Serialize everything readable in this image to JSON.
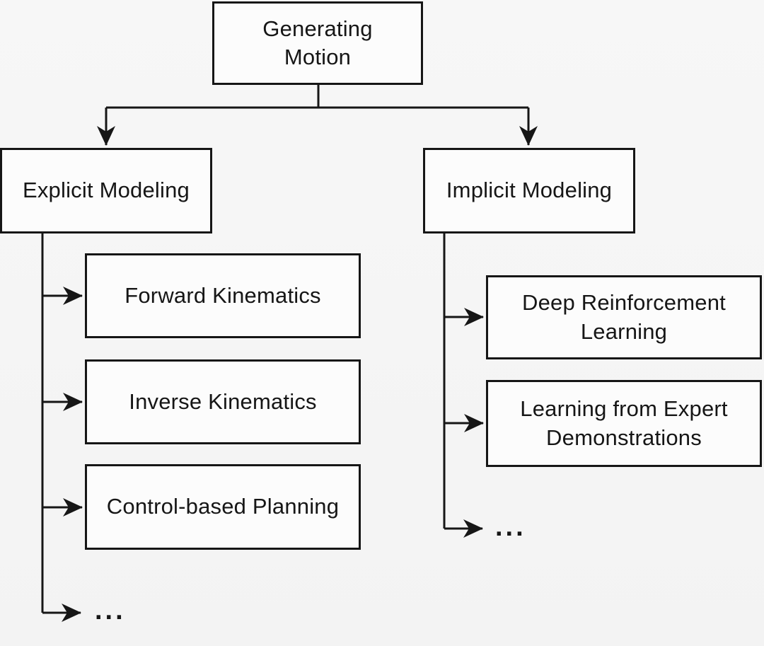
{
  "diagram": {
    "root": {
      "label": "Generating Motion"
    },
    "branches": [
      {
        "label": "Explicit Modeling",
        "children": [
          {
            "label": "Forward Kinematics"
          },
          {
            "label": "Inverse Kinematics"
          },
          {
            "label": "Control-based Planning"
          }
        ],
        "ellipsis": "..."
      },
      {
        "label": "Implicit Modeling",
        "children": [
          {
            "label": "Deep Reinforcement Learning"
          },
          {
            "label": "Learning from Expert Demonstrations"
          }
        ],
        "ellipsis": "..."
      }
    ],
    "colors": {
      "line": "#161616",
      "box_border": "#161616",
      "box_fill": "#fcfcfc",
      "background": "#f5f5f5",
      "text": "#161616"
    }
  }
}
